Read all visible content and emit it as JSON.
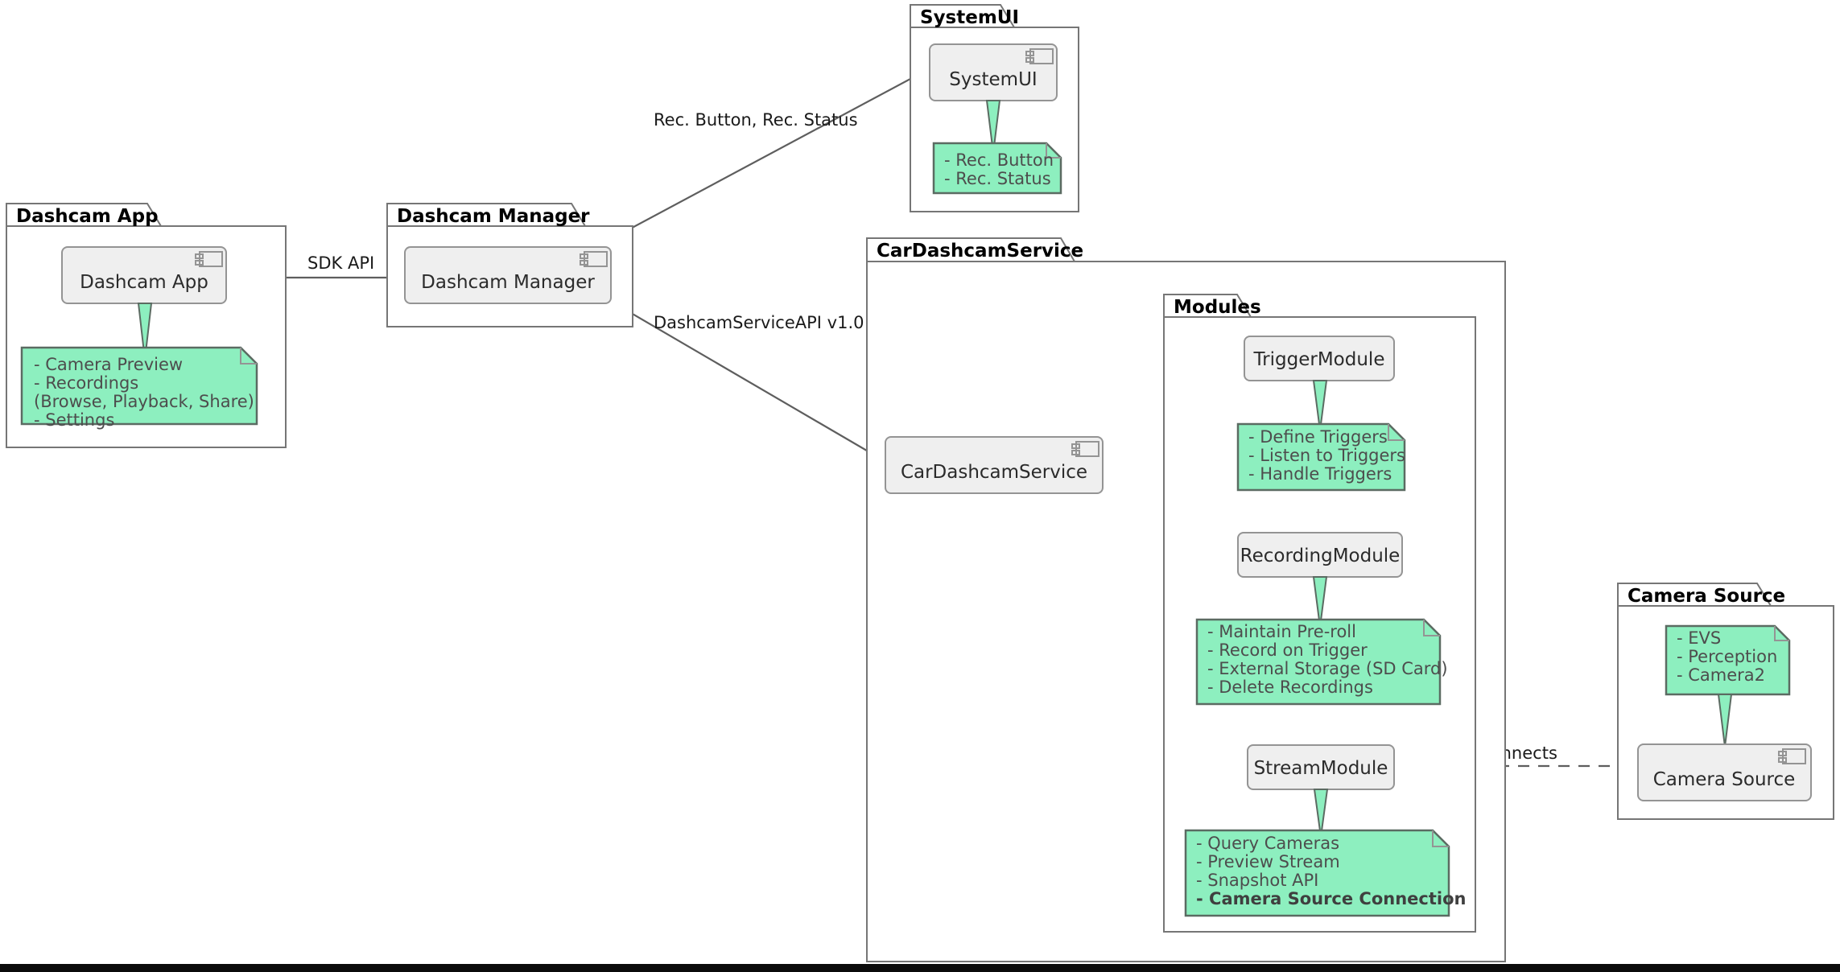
{
  "diagram": {
    "type": "uml-component-diagram",
    "background": "#ffffff",
    "colors": {
      "note_fill": "#8DEFBF",
      "note_border": "#5b6b62",
      "component_fill": "#efefef",
      "component_border": "#949494",
      "package_border": "#767676",
      "edge": "#5e5e5e",
      "text": "#2b2b2b"
    }
  },
  "packages": {
    "dashcam_app": {
      "title": "Dashcam App"
    },
    "dashcam_manager": {
      "title": "Dashcam Manager"
    },
    "system_ui": {
      "title": "SystemUI"
    },
    "car_dashcam_service": {
      "title": "CarDashcamService"
    },
    "modules": {
      "title": "Modules"
    },
    "camera_source": {
      "title": "Camera Source"
    }
  },
  "components": {
    "dashcam_app": {
      "label": "Dashcam App",
      "icon": "component-icon"
    },
    "dashcam_manager": {
      "label": "Dashcam Manager",
      "icon": "component-icon"
    },
    "system_ui": {
      "label": "SystemUI",
      "icon": "component-icon"
    },
    "car_dashcam_service": {
      "label": "CarDashcamService",
      "icon": "component-icon"
    },
    "trigger_module": {
      "label": "TriggerModule",
      "icon": "none"
    },
    "recording_module": {
      "label": "RecordingModule",
      "icon": "none"
    },
    "stream_module": {
      "label": "StreamModule",
      "icon": "none"
    },
    "camera_source": {
      "label": "Camera Source",
      "icon": "component-icon"
    }
  },
  "notes": {
    "dashcam_app": {
      "lines": [
        {
          "text": "- Camera Preview",
          "bold": false
        },
        {
          "text": "- Recordings",
          "bold": false
        },
        {
          "text": "  (Browse, Playback, Share)",
          "bold": false
        },
        {
          "text": "- Settings",
          "bold": false
        }
      ]
    },
    "system_ui": {
      "lines": [
        {
          "text": "- Rec. Button",
          "bold": false
        },
        {
          "text": "- Rec. Status",
          "bold": false
        }
      ]
    },
    "trigger_module": {
      "lines": [
        {
          "text": "- Define Triggers",
          "bold": false
        },
        {
          "text": "- Listen to Triggers",
          "bold": false
        },
        {
          "text": "- Handle Triggers",
          "bold": false
        }
      ]
    },
    "recording_module": {
      "lines": [
        {
          "text": "- Maintain Pre-roll",
          "bold": false
        },
        {
          "text": "- Record on Trigger",
          "bold": false
        },
        {
          "text": "- External Storage (SD Card)",
          "bold": false
        },
        {
          "text": "- Delete Recordings",
          "bold": false
        }
      ]
    },
    "stream_module": {
      "lines": [
        {
          "text": "- Query Cameras",
          "bold": false
        },
        {
          "text": "- Preview Stream",
          "bold": false
        },
        {
          "text": "- Snapshot API",
          "bold": false
        },
        {
          "text": "- Camera Source Connection",
          "bold": true
        }
      ]
    },
    "camera_source": {
      "lines": [
        {
          "text": "- EVS",
          "bold": false
        },
        {
          "text": "- Perception",
          "bold": false
        },
        {
          "text": "- Camera2",
          "bold": false
        }
      ]
    }
  },
  "edges": {
    "sdk_api": {
      "label": "SDK API",
      "from": "Dashcam App",
      "to": "Dashcam Manager",
      "style": "solid-arrow"
    },
    "rec_button_status": {
      "label": "Rec. Button, Rec. Status",
      "from": "Dashcam Manager",
      "to": "SystemUI",
      "style": "solid-arrow"
    },
    "service_api": {
      "label": "DashcamServiceAPI v1.0",
      "from": "Dashcam Manager",
      "to": "CarDashcamService",
      "style": "solid-arrow"
    },
    "to_trigger": {
      "label": "",
      "from": "CarDashcamService",
      "to": "TriggerModule",
      "style": "solid-arrow"
    },
    "to_recording": {
      "label": "",
      "from": "CarDashcamService",
      "to": "RecordingModule",
      "style": "solid-arrow"
    },
    "to_stream": {
      "label": "",
      "from": "CarDashcamService",
      "to": "StreamModule",
      "style": "curved-arrow"
    },
    "connects": {
      "label": "Connects",
      "from": "StreamModule",
      "to": "Camera Source",
      "style": "dashed"
    }
  }
}
